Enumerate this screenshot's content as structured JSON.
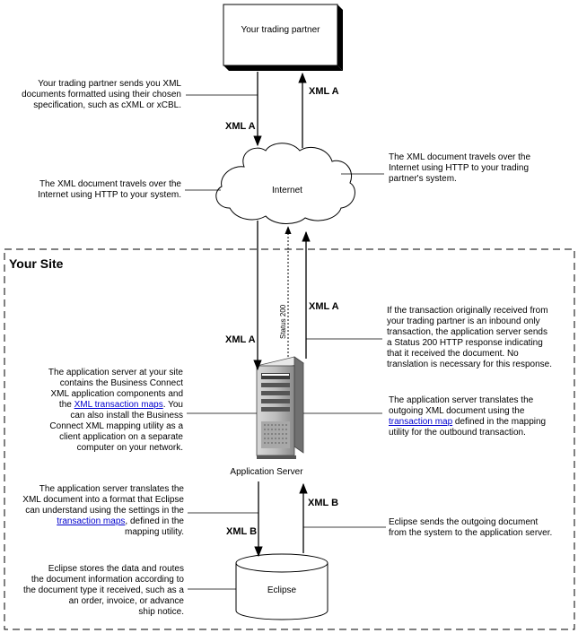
{
  "nodes": {
    "partner": "Your trading partner",
    "internet": "Internet",
    "server": "Application Server",
    "eclipse": "Eclipse"
  },
  "site_label": "Your Site",
  "arrows": {
    "xml_a_in_top": "XML A",
    "xml_a_out_top": "XML A",
    "xml_a_in_site": "XML A",
    "xml_a_out_site": "XML A",
    "status": "Status 200",
    "xml_b_out": "XML B",
    "xml_b_in": "XML B"
  },
  "notes": {
    "partner_sends": [
      "Your trading partner sends you XML",
      "documents formatted using their chosen",
      "specification, such as cXML or xCBL."
    ],
    "travel_to_partner": [
      "The XML document travels over the",
      "Internet using HTTP to your trading",
      "partner's system."
    ],
    "travel_to_you": [
      "The XML document travels over the",
      "Internet using HTTP to your system."
    ],
    "status_note": [
      "If the transaction originally received from",
      "your trading partner is an inbound only",
      "transaction, the application server sends",
      "a Status 200 HTTP response indicating",
      "that it received the document. No",
      "translation is necessary for this response."
    ],
    "server_site": {
      "l1": "The application server at your site",
      "l2": "contains the Business Connect",
      "l3": "XML application components and",
      "l4_pre": "the ",
      "l4_link": "XML transaction maps",
      "l4_post": ". You",
      "l5": "can also install the Business",
      "l6": "Connect XML mapping utility as a",
      "l7": "client application on a separate",
      "l8": "computer on your network."
    },
    "server_out": {
      "l1": "The application server translates the",
      "l2": "outgoing XML document using the",
      "l3_link": "transaction map",
      "l3_post": " defined in the mapping",
      "l4": "utility for the outbound transaction."
    },
    "server_in": {
      "l1": "The application server translates the",
      "l2": "XML document into a format that Eclipse",
      "l3": "can understand using the settings in the",
      "l4_link": "transaction maps",
      "l4_post": ", defined in the",
      "l5": "mapping utility."
    },
    "eclipse_sends": [
      "Eclipse sends the outgoing document",
      "from the system to the application server."
    ],
    "eclipse_stores": [
      "Eclipse stores the data and routes",
      "the document information according to",
      "the document type it received, such as a",
      "an order, invoice, or advance",
      "ship notice."
    ]
  }
}
